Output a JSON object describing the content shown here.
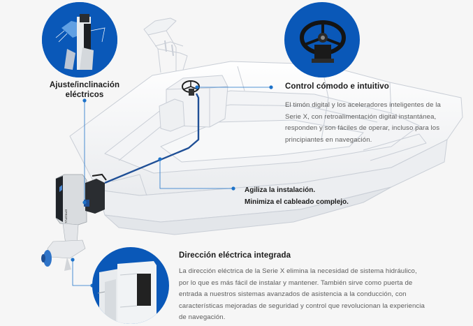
{
  "callouts": {
    "tilt": {
      "title_line1": "Ajuste/inclinación",
      "title_line2": "eléctricos"
    },
    "control": {
      "title": "Control cómodo e intuitivo",
      "body": "El timón digital y los aceleradores inteligentes de la Serie X, con retroalimentación digital instantánea, responden y son fáciles de operar, incluso para los principiantes en navegación."
    },
    "install": {
      "line1": "Agiliza la instalación.",
      "line2": "Minimiza el cableado complejo."
    },
    "steering": {
      "title": "Dirección eléctrica integrada",
      "body": "La dirección eléctrica de la Serie X elimina la necesidad de sistema hidráulico, por lo que es más fácil de instalar y mantener. También sirve como puerta de entrada a nuestros sistemas avanzados de asistencia a la conducción, con características mejoradas de seguridad y control que revolucionan la experiencia de navegación."
    }
  },
  "motor": {
    "brand_label": "EPROPULSION"
  },
  "colors": {
    "accent_blue": "#1d72c9",
    "cable_blue": "#1f4f96",
    "circle_blue": "#0a58b8",
    "boat_line": "#c9ced6",
    "background": "#f6f6f6"
  }
}
